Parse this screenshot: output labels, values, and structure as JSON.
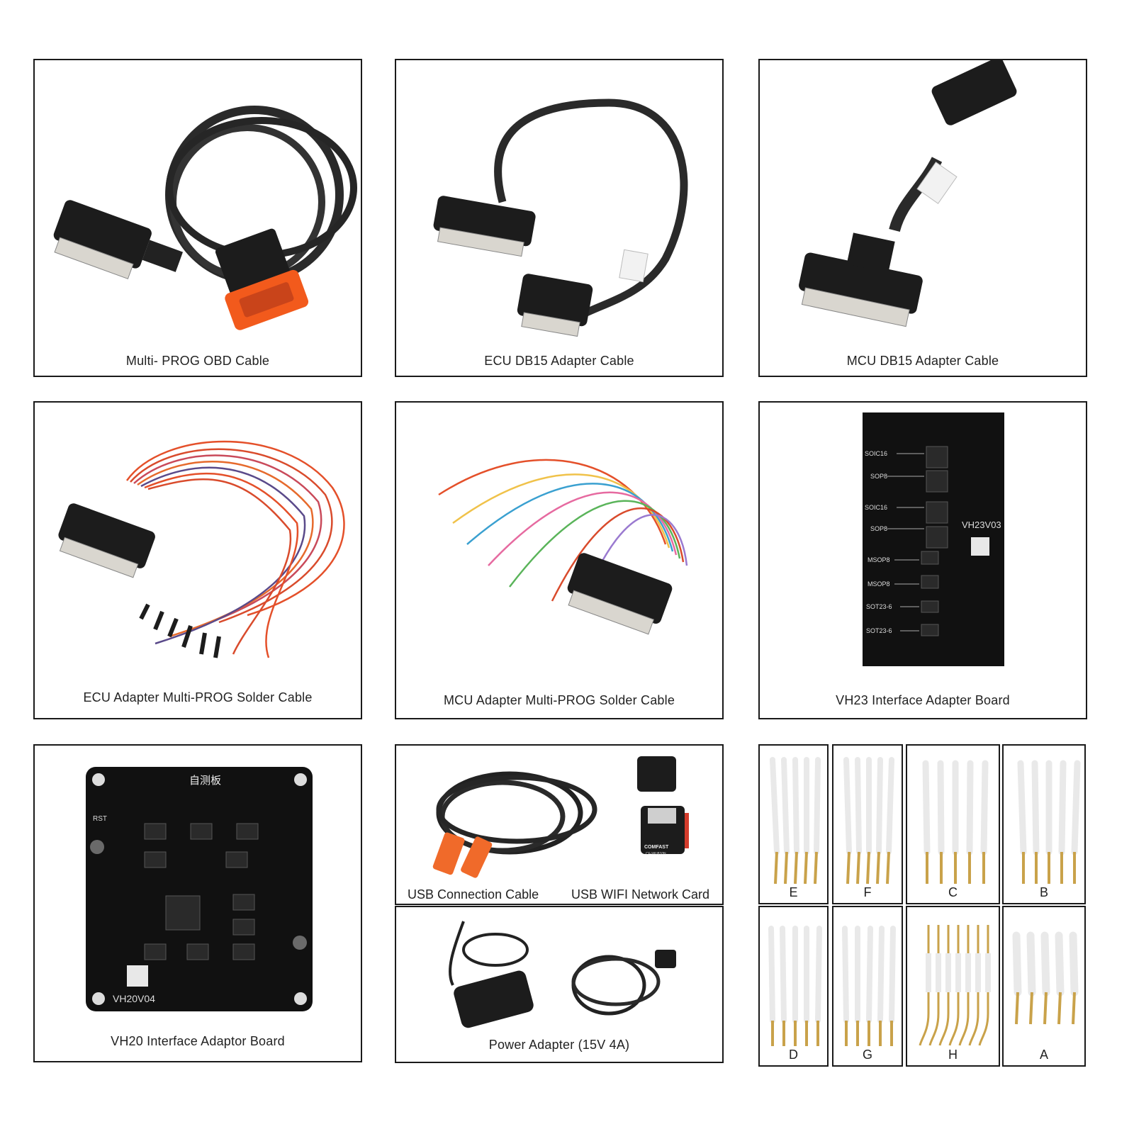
{
  "products": {
    "obd_cable": "Multi- PROG OBD Cable",
    "ecu_db15": "ECU DB15 Adapter Cable",
    "mcu_db15": "MCU DB15 Adapter Cable",
    "ecu_solder": "ECU Adapter Multi-PROG Solder Cable",
    "mcu_solder": "MCU Adapter Multi-PROG Solder Cable",
    "vh23_board": "VH23 Interface Adapter Board",
    "vh20_board": "VH20 Interface Adaptor Board",
    "usb_cable": "USB Connection Cable",
    "usb_wifi": "USB WIFI Network Card",
    "power_adapter": "Power Adapter (15V 4A)"
  },
  "vh23": {
    "model": "VH23V03",
    "labels": [
      "SOIC16",
      "SOP8",
      "SOIC16",
      "SOP8",
      "MSOP8",
      "MSOP8",
      "SOT23-6",
      "SOT23-6"
    ]
  },
  "vh20": {
    "model": "VH20V04",
    "title": "自测板",
    "rst": "RST"
  },
  "wifi_brand": "COMFAST",
  "wifi_model": "CF-WU810N",
  "pins": [
    "E",
    "F",
    "C",
    "B",
    "D",
    "G",
    "H",
    "A"
  ],
  "colors": {
    "border": "#1a1a1a",
    "connector": "#1c1c1c",
    "obd_orange": "#f25a1c",
    "gold": "#c9a24a",
    "board": "#111111"
  }
}
